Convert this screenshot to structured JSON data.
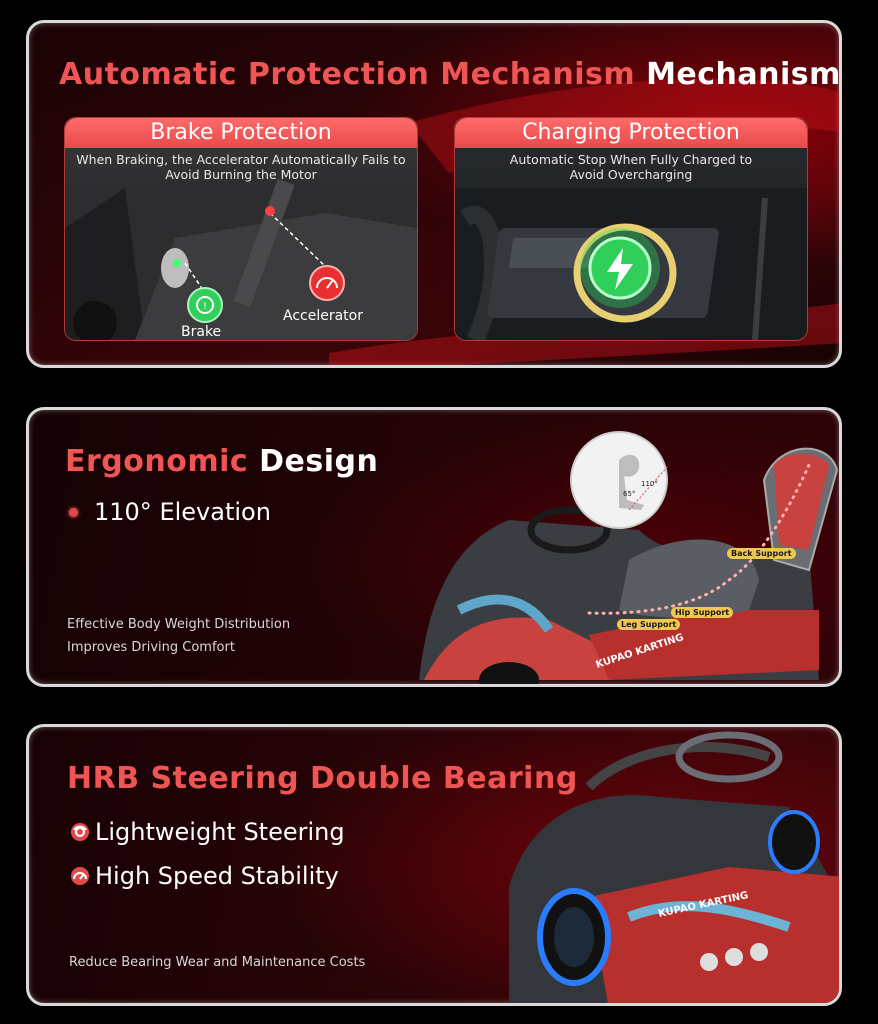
{
  "protection": {
    "title_red": "Automatic Protection Mechanism",
    "title_white": "Mechanism",
    "brake": {
      "heading": "Brake Protection",
      "desc": "When Braking, the Accelerator Automatically Fails to Avoid Burning the Motor",
      "brake_label": "Brake",
      "accel_label": "Accelerator"
    },
    "charging": {
      "heading": "Charging Protection",
      "desc": "Automatic Stop When Fully Charged to Avoid Overcharging"
    }
  },
  "ergonomic": {
    "title_red": "Ergonomic",
    "title_white": "Design",
    "bullet": "110° Elevation",
    "desc_line1": "Effective Body Weight Distribution",
    "desc_line2": "Improves Driving Comfort",
    "angle_110": "110°",
    "angle_65": "65°",
    "tag_back": "Back Support",
    "tag_hip": "Hip Support",
    "tag_leg": "Leg Support",
    "brand": "KUPAO KARTING"
  },
  "steering": {
    "title": "HRB Steering Double Bearing",
    "feature1": "Lightweight Steering",
    "feature2": "High Speed Stability",
    "desc": "Reduce Bearing Wear and Maintenance Costs",
    "brand": "KUPAO KARTING"
  },
  "colors": {
    "accent_red": "#f05555",
    "brake_green": "#2fcf5a",
    "accel_red": "#e83030",
    "tag_yellow": "#f0c850"
  }
}
